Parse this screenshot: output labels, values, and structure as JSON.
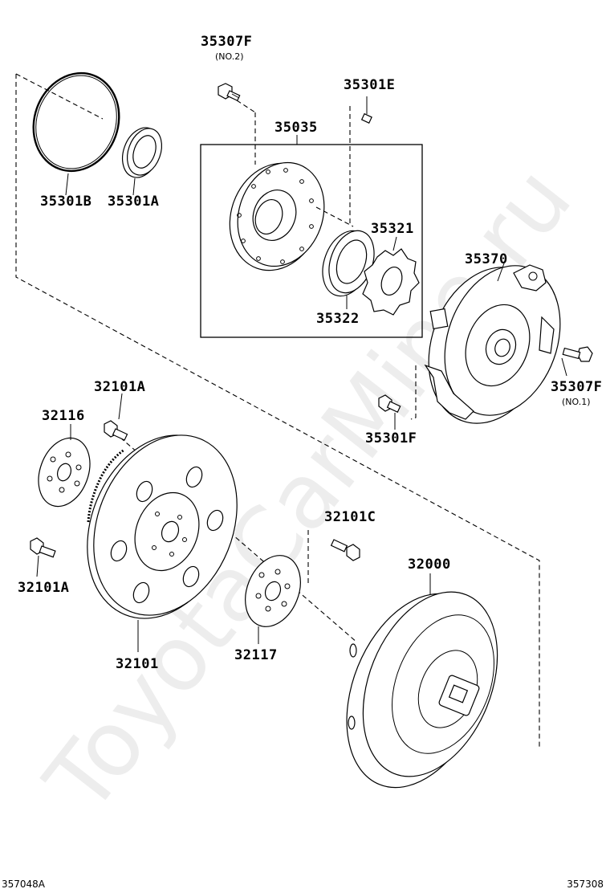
{
  "watermark": "ToyotaCarMine.ru",
  "footer": {
    "left_code": "357048A",
    "right_code": "357308"
  },
  "labels": {
    "p35307F_top": "35307F",
    "p35307F_top_note": "(NO.2)",
    "p35301E": "35301E",
    "p35035": "35035",
    "p35301B": "35301B",
    "p35301A": "35301A",
    "p35321": "35321",
    "p35322": "35322",
    "p35370": "35370",
    "p35307F_right": "35307F",
    "p35307F_right_note": "(NO.1)",
    "p35301F": "35301F",
    "p32101A_top": "32101A",
    "p32116": "32116",
    "p32101C": "32101C",
    "p32000": "32000",
    "p32101A_left": "32101A",
    "p32101": "32101",
    "p32117": "32117"
  }
}
